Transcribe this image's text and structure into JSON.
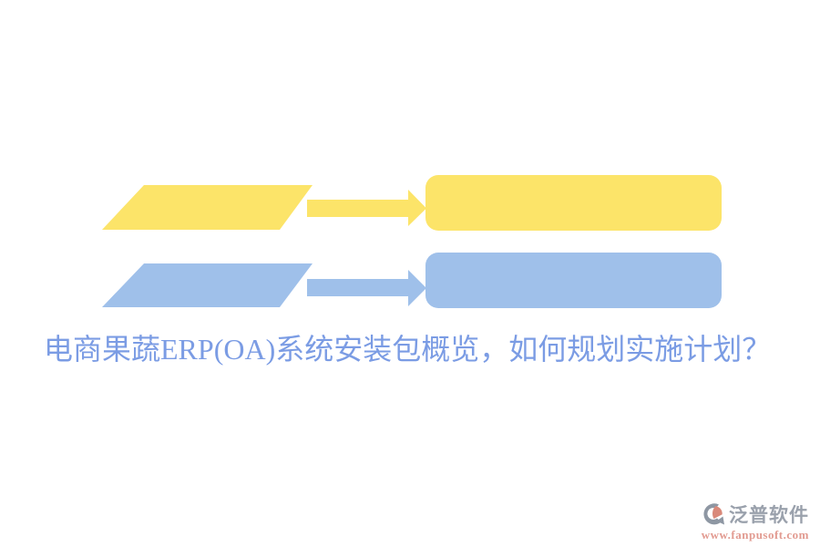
{
  "page": {
    "background": "#ffffff"
  },
  "title": {
    "text": "电商果蔬ERP(OA)系统安装包概览，如何规划实施计划？",
    "color": "#7B9CE4"
  },
  "diagram": {
    "description": "two-row flow diagram, each row: parallelogram -> right arrow -> rounded rectangle, no labels inside shapes",
    "rows": [
      {
        "id": "yellow-flow",
        "color": "#FCE469"
      },
      {
        "id": "blue-flow",
        "color": "#9FC0EA"
      }
    ]
  },
  "watermark": {
    "brand": "泛普软件",
    "url": "www.fanpusoft.com",
    "brand_color": "#9AA1AC",
    "url_color": "#E29B91",
    "logo_gray": "#8E97A3",
    "logo_accent": "#D9897A"
  }
}
